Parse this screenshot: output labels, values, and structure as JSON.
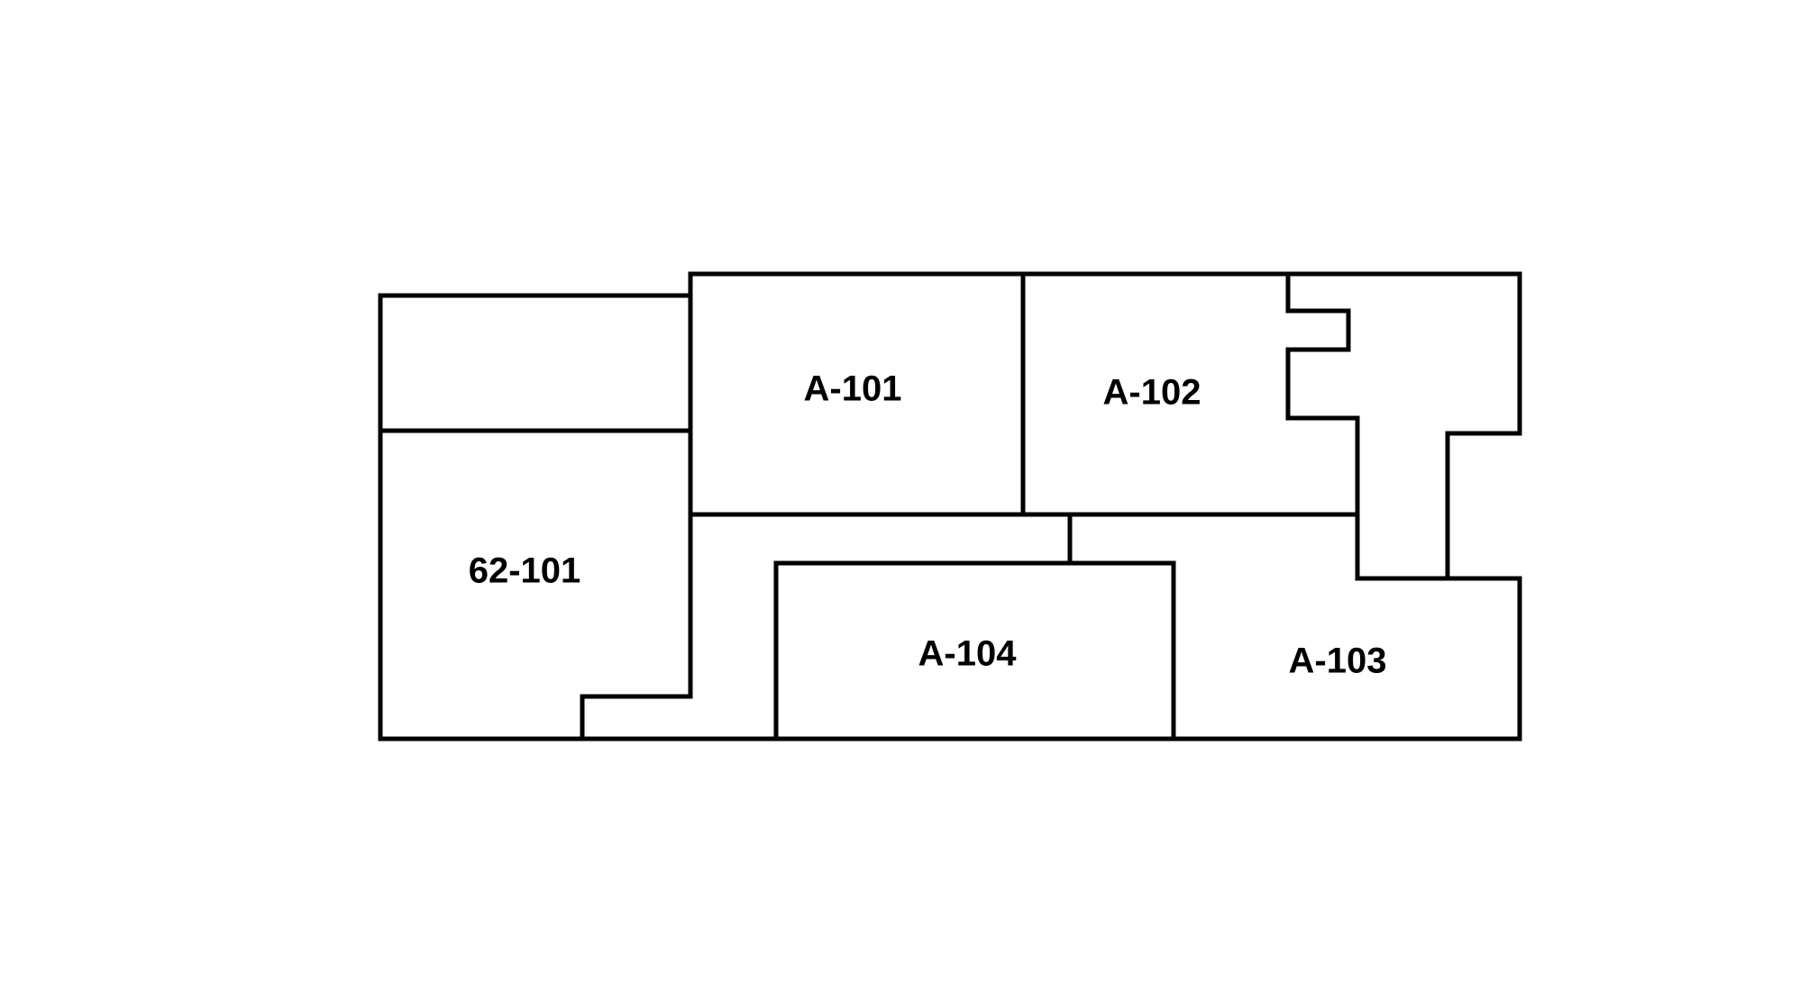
{
  "floor_plan": {
    "rooms": [
      {
        "id": "62-101",
        "label": "62-101"
      },
      {
        "id": "A-101",
        "label": "A-101"
      },
      {
        "id": "A-102",
        "label": "A-102"
      },
      {
        "id": "A-103",
        "label": "A-103"
      },
      {
        "id": "A-104",
        "label": "A-104"
      }
    ],
    "colors": {
      "walls": "#000000",
      "background": "#ffffff",
      "labels": "#000000"
    }
  }
}
